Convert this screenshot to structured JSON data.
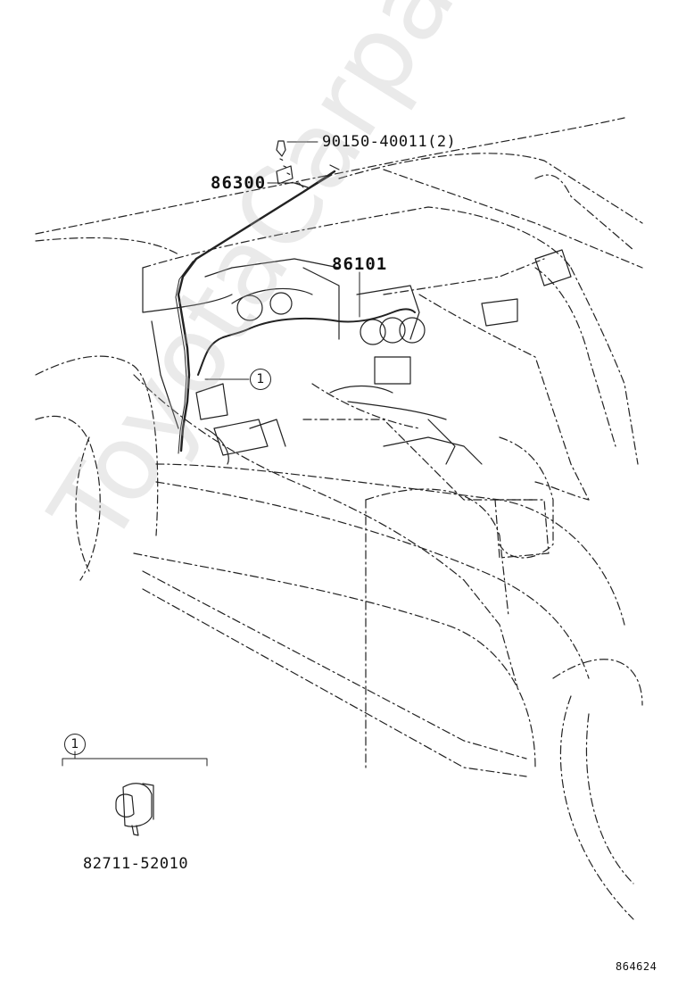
{
  "callouts": {
    "screw": "90150-40011(2)",
    "antenna_assembly": "86300",
    "antenna_cord": "86101",
    "connector_part": "82711-52010",
    "ref_marker": "1"
  },
  "watermark": "ToyotaCarparts.ru",
  "figure_id": "864624"
}
